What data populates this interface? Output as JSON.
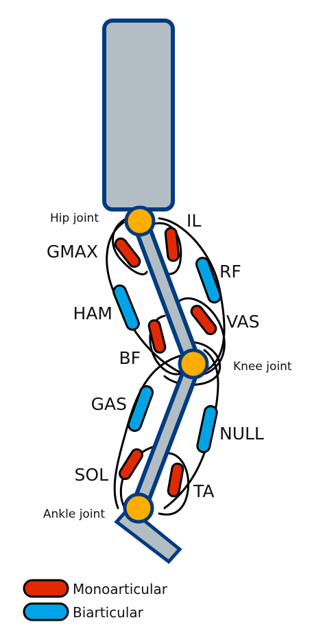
{
  "colors": {
    "bone_fill": "#b2bec3",
    "bone_outline": "#003b80",
    "joint_fill": "#ffae00",
    "monoarticular": "#e02a00",
    "biarticular": "#00a4e6",
    "tendon": "#000000"
  },
  "joints": {
    "hip": "Hip joint",
    "knee": "Knee joint",
    "ankle": "Ankle joint"
  },
  "muscles": {
    "il": "IL",
    "gmax": "GMAX",
    "rf": "RF",
    "ham": "HAM",
    "vas": "VAS",
    "bf": "BF",
    "gas": "GAS",
    "null": "NULL",
    "sol": "SOL",
    "ta": "TA"
  },
  "legend": {
    "mono_label": "Monoarticular",
    "bi_label": "Biarticular"
  }
}
